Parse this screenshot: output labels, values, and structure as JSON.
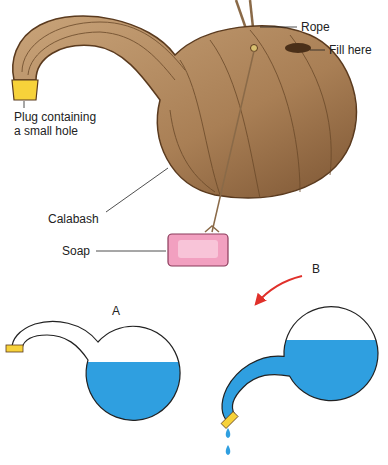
{
  "diagram": {
    "labels": [
      "Rope",
      "Fill here",
      "Plug containing a small hole",
      "Calabash",
      "Soap",
      "A",
      "B"
    ]
  }
}
